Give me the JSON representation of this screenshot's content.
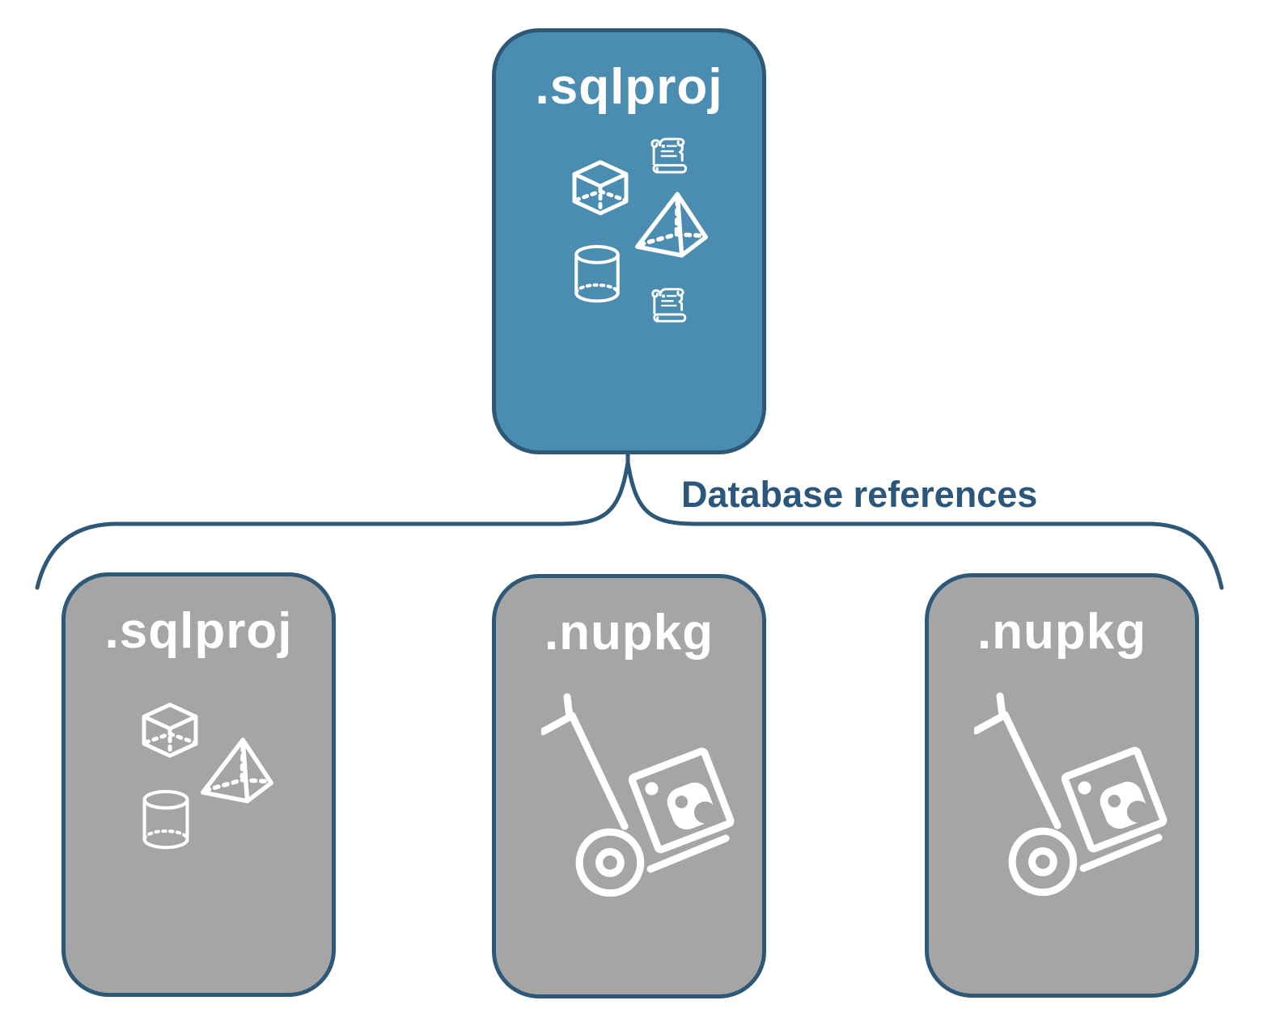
{
  "diagram": {
    "connector_label": "Database references",
    "cards": [
      {
        "label": ".sqlproj",
        "variant": "blue",
        "icons": [
          "scroll-icon",
          "cube-icon",
          "pyramid-icon",
          "cylinder-icon",
          "scroll-icon"
        ]
      },
      {
        "label": ".sqlproj",
        "variant": "gray",
        "icons": [
          "cube-icon",
          "pyramid-icon",
          "cylinder-icon"
        ]
      },
      {
        "label": ".nupkg",
        "variant": "gray",
        "icons": [
          "package-dolly-icon"
        ]
      },
      {
        "label": ".nupkg",
        "variant": "gray",
        "icons": [
          "package-dolly-icon"
        ]
      }
    ],
    "colors": {
      "card_blue": "#4a8db0",
      "outline_blue": "#2d5878",
      "label_blue": "#2b577c",
      "card_gray": "#a5a5a5",
      "icon_white": "#ffffff",
      "background": "#ffffff"
    }
  }
}
